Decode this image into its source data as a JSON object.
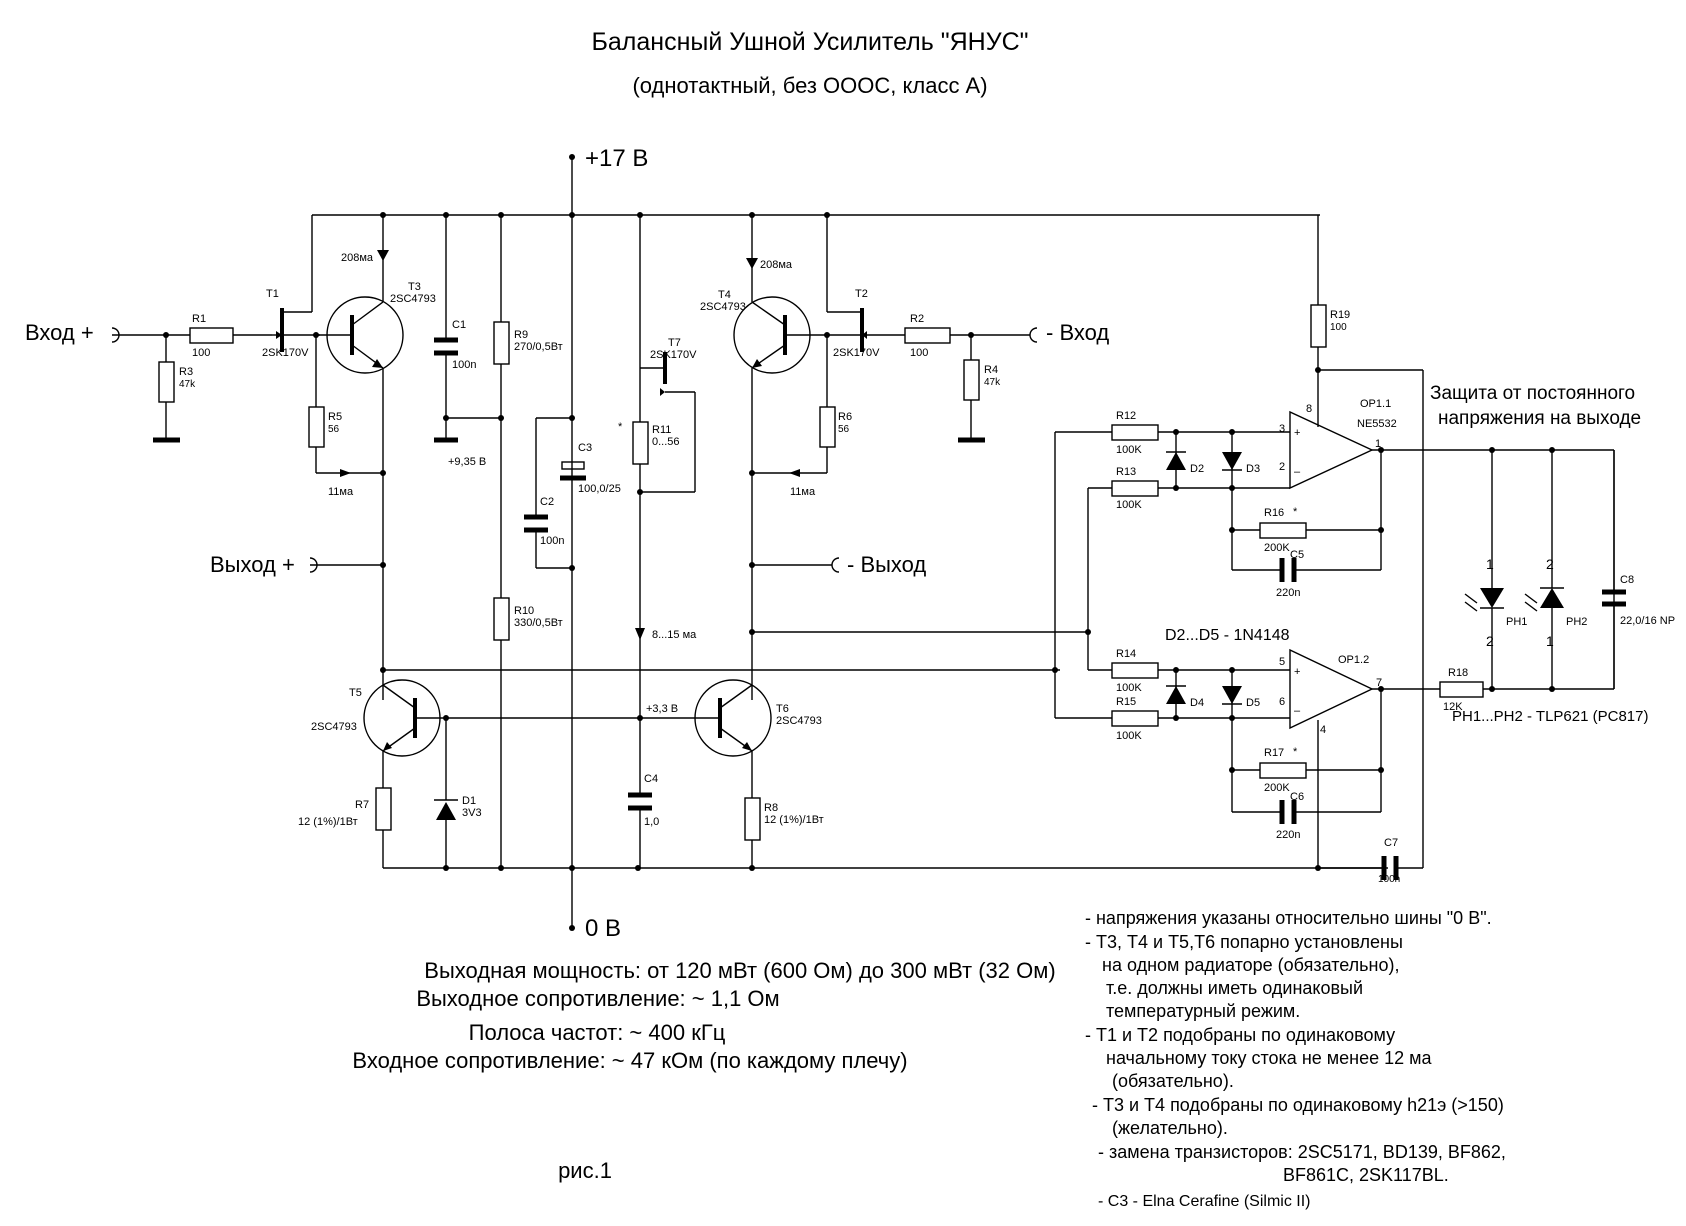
{
  "title": "Балансный Ушной Усилитель \"ЯНУС\"",
  "subtitle": "(однотактный, без ОООС, класс А)",
  "rails": {
    "vplus": "+17 В",
    "zero": "0 В"
  },
  "io": {
    "in_plus": "Вход +",
    "in_minus": "- Вход",
    "out_plus": "Выход +",
    "out_minus": "- Выход"
  },
  "protection_label": [
    "Защита от постоянного",
    "напряжения на выходе"
  ],
  "components": {
    "T1": {
      "ref": "T1",
      "value": "2SK170V"
    },
    "T2": {
      "ref": "T2",
      "value": "2SK170V"
    },
    "T3": {
      "ref": "T3",
      "value": "2SC4793"
    },
    "T4": {
      "ref": "T4",
      "value": "2SC4793"
    },
    "T5": {
      "ref": "T5",
      "value": "2SC4793"
    },
    "T6": {
      "ref": "T6",
      "value": "2SC4793"
    },
    "T7": {
      "ref": "T7",
      "value": "2SK170V"
    },
    "R1": {
      "ref": "R1",
      "value": "100"
    },
    "R2": {
      "ref": "R2",
      "value": "100"
    },
    "R3": {
      "ref": "R3",
      "value": "47k"
    },
    "R4": {
      "ref": "R4",
      "value": "47k"
    },
    "R5": {
      "ref": "R5",
      "value": "56"
    },
    "R6": {
      "ref": "R6",
      "value": "56"
    },
    "R7": {
      "ref": "R7",
      "value": "12 (1%)/1Вт"
    },
    "R8": {
      "ref": "R8",
      "value": "12 (1%)/1Вт"
    },
    "R9": {
      "ref": "R9",
      "value": "270/0,5Вт"
    },
    "R10": {
      "ref": "R10",
      "value": "330/0,5Вт"
    },
    "R11": {
      "ref": "R11",
      "value": "0...56"
    },
    "R12": {
      "ref": "R12",
      "value": "100K"
    },
    "R13": {
      "ref": "R13",
      "value": "100K"
    },
    "R14": {
      "ref": "R14",
      "value": "100K"
    },
    "R15": {
      "ref": "R15",
      "value": "100K"
    },
    "R16": {
      "ref": "R16",
      "value": "200K"
    },
    "R17": {
      "ref": "R17",
      "value": "200K"
    },
    "R18": {
      "ref": "R18",
      "value": "12K"
    },
    "R19": {
      "ref": "R19",
      "value": "100"
    },
    "C1": {
      "ref": "C1",
      "value": "100n"
    },
    "C2": {
      "ref": "C2",
      "value": "100n"
    },
    "C3": {
      "ref": "C3",
      "value": "100,0/25"
    },
    "C4": {
      "ref": "C4",
      "value": "1,0"
    },
    "C5": {
      "ref": "C5",
      "value": "220n"
    },
    "C6": {
      "ref": "C6",
      "value": "220n"
    },
    "C7": {
      "ref": "C7",
      "value": "100n"
    },
    "C8": {
      "ref": "C8",
      "value": "22,0/16 NP"
    },
    "D1": {
      "ref": "D1",
      "value": "3V3"
    },
    "D2": {
      "ref": "D2"
    },
    "D3": {
      "ref": "D3"
    },
    "D4": {
      "ref": "D4"
    },
    "D5": {
      "ref": "D5"
    },
    "OP11": {
      "ref": "OP1.1",
      "value": "NE5532"
    },
    "OP12": {
      "ref": "OP1.2"
    },
    "PH1": {
      "ref": "PH1"
    },
    "PH2": {
      "ref": "PH2"
    }
  },
  "annotations": {
    "i208_left": "208ма",
    "i208_right": "208ма",
    "i11_left": "11ма",
    "i11_right": "11ма",
    "v935": "+9,35 В",
    "v33": "+3,3 В",
    "i815": "8...15 ма",
    "star": "*",
    "diodes": "D2...D5 - 1N4148",
    "optos": "PH1...PH2 - TLP621 (PC817)",
    "pin1": "1",
    "pin2": "2",
    "pin3": "3",
    "pin4": "4",
    "pin5": "5",
    "pin6": "6",
    "pin7": "7",
    "pin8": "8",
    "plus": "+",
    "minus": "–"
  },
  "specs": [
    "Выходная мощность: от 120 мВт (600 Ом) до 300  мВт (32 Ом)",
    "Выходное сопротивление: ~ 1,1 Ом",
    "Полоса частот: ~ 400 кГц",
    "Входное сопротивление: ~ 47 кОм (по каждому плечу)"
  ],
  "figure": "рис.1",
  "notes": [
    "- напряжения указаны относительно шины \"0 В\".",
    "- Т3, Т4 и Т5,Т6 попарно установлены",
    "на одном радиаторе (обязательно),",
    "т.е. должны иметь одинаковый",
    "температурный режим.",
    "- Т1 и Т2 подобраны по одинаковому",
    "начальному току стока не менее 12 ма",
    "(обязательно).",
    "- Т3 и Т4 подобраны по одинаковому h21э (>150)",
    "(желательно).",
    "- замена транзисторов: 2SC5171, BD139, BF862,",
    "BF861C, 2SK117BL.",
    "- С3 - Elna Cerafine (Silmic II)"
  ]
}
